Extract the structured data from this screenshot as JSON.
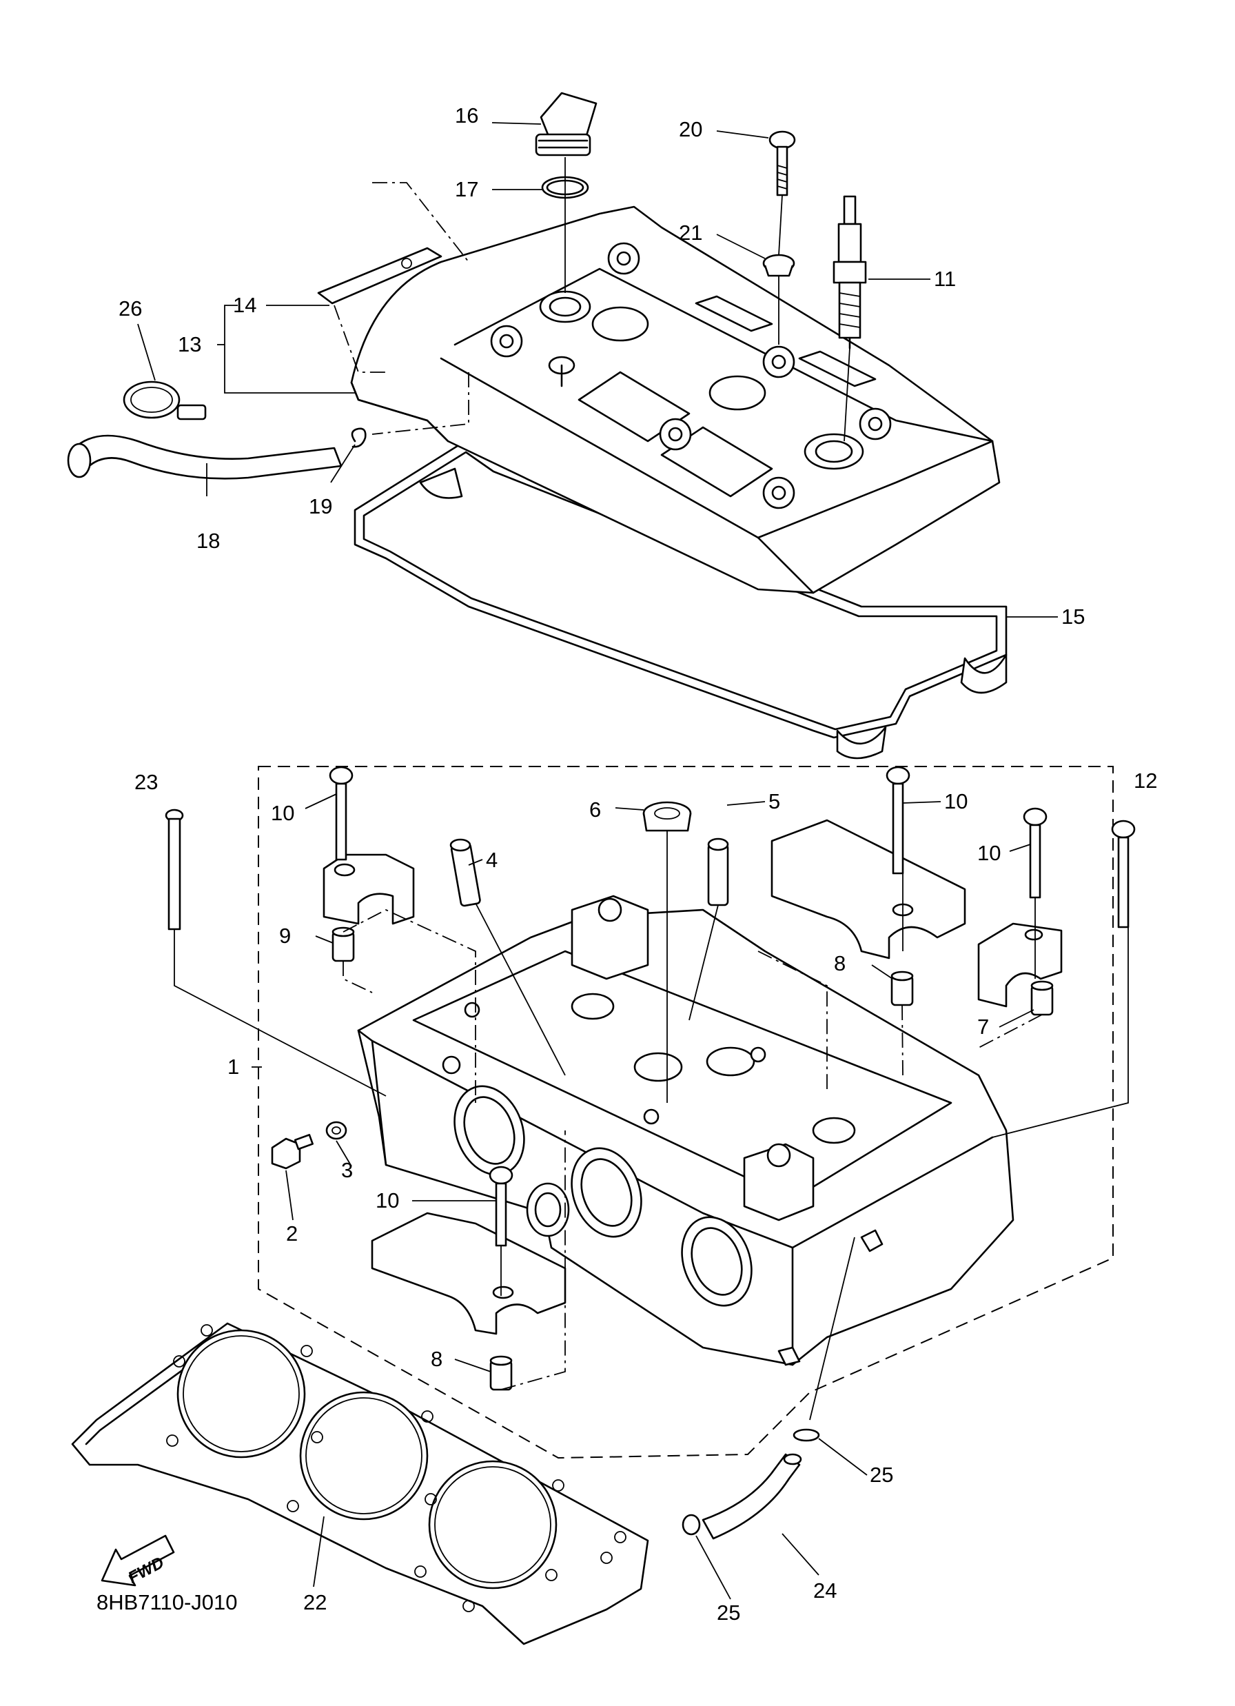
{
  "diagram": {
    "code": "8HB7110-J010",
    "fwd": "FWD",
    "callouts": {
      "c1": "1",
      "c2": "2",
      "c3": "3",
      "c4": "4",
      "c5": "5",
      "c6": "6",
      "c7": "7",
      "c8a": "8",
      "c8b": "8",
      "c9": "9",
      "c10a": "10",
      "c10b": "10",
      "c10c": "10",
      "c10d": "10",
      "c11": "11",
      "c12": "12",
      "c13": "13",
      "c14": "14",
      "c15": "15",
      "c16": "16",
      "c17": "17",
      "c18": "18",
      "c19": "19",
      "c20": "20",
      "c21": "21",
      "c22": "22",
      "c23": "23",
      "c24": "24",
      "c25a": "25",
      "c25b": "25",
      "c26": "26"
    }
  }
}
